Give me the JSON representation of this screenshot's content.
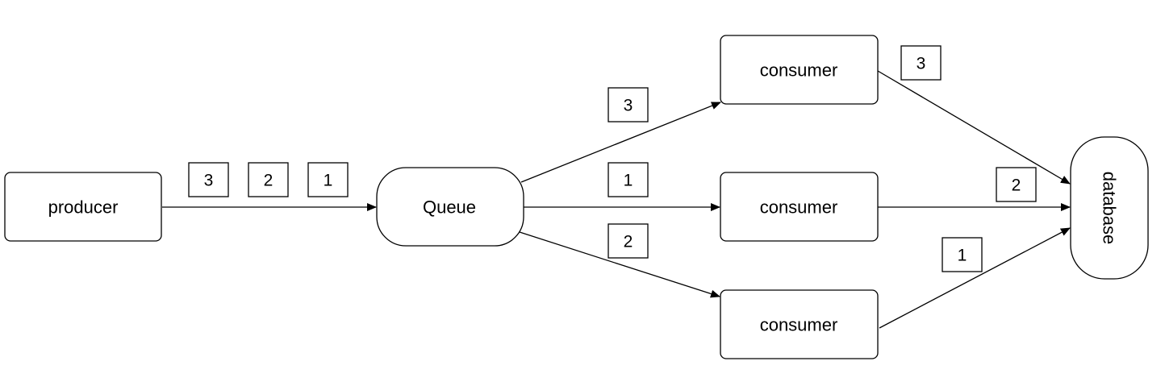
{
  "nodes": {
    "producer": "producer",
    "queue": "Queue",
    "consumer_top": "consumer",
    "consumer_middle": "consumer",
    "consumer_bottom": "consumer",
    "database": "database"
  },
  "messages": {
    "producer_to_queue": [
      "3",
      "2",
      "1"
    ],
    "queue_to_consumer_top": "3",
    "queue_to_consumer_middle": "1",
    "queue_to_consumer_bottom": "2",
    "consumer_top_to_database": "3",
    "consumer_middle_to_database": "2",
    "consumer_bottom_to_database": "1"
  }
}
